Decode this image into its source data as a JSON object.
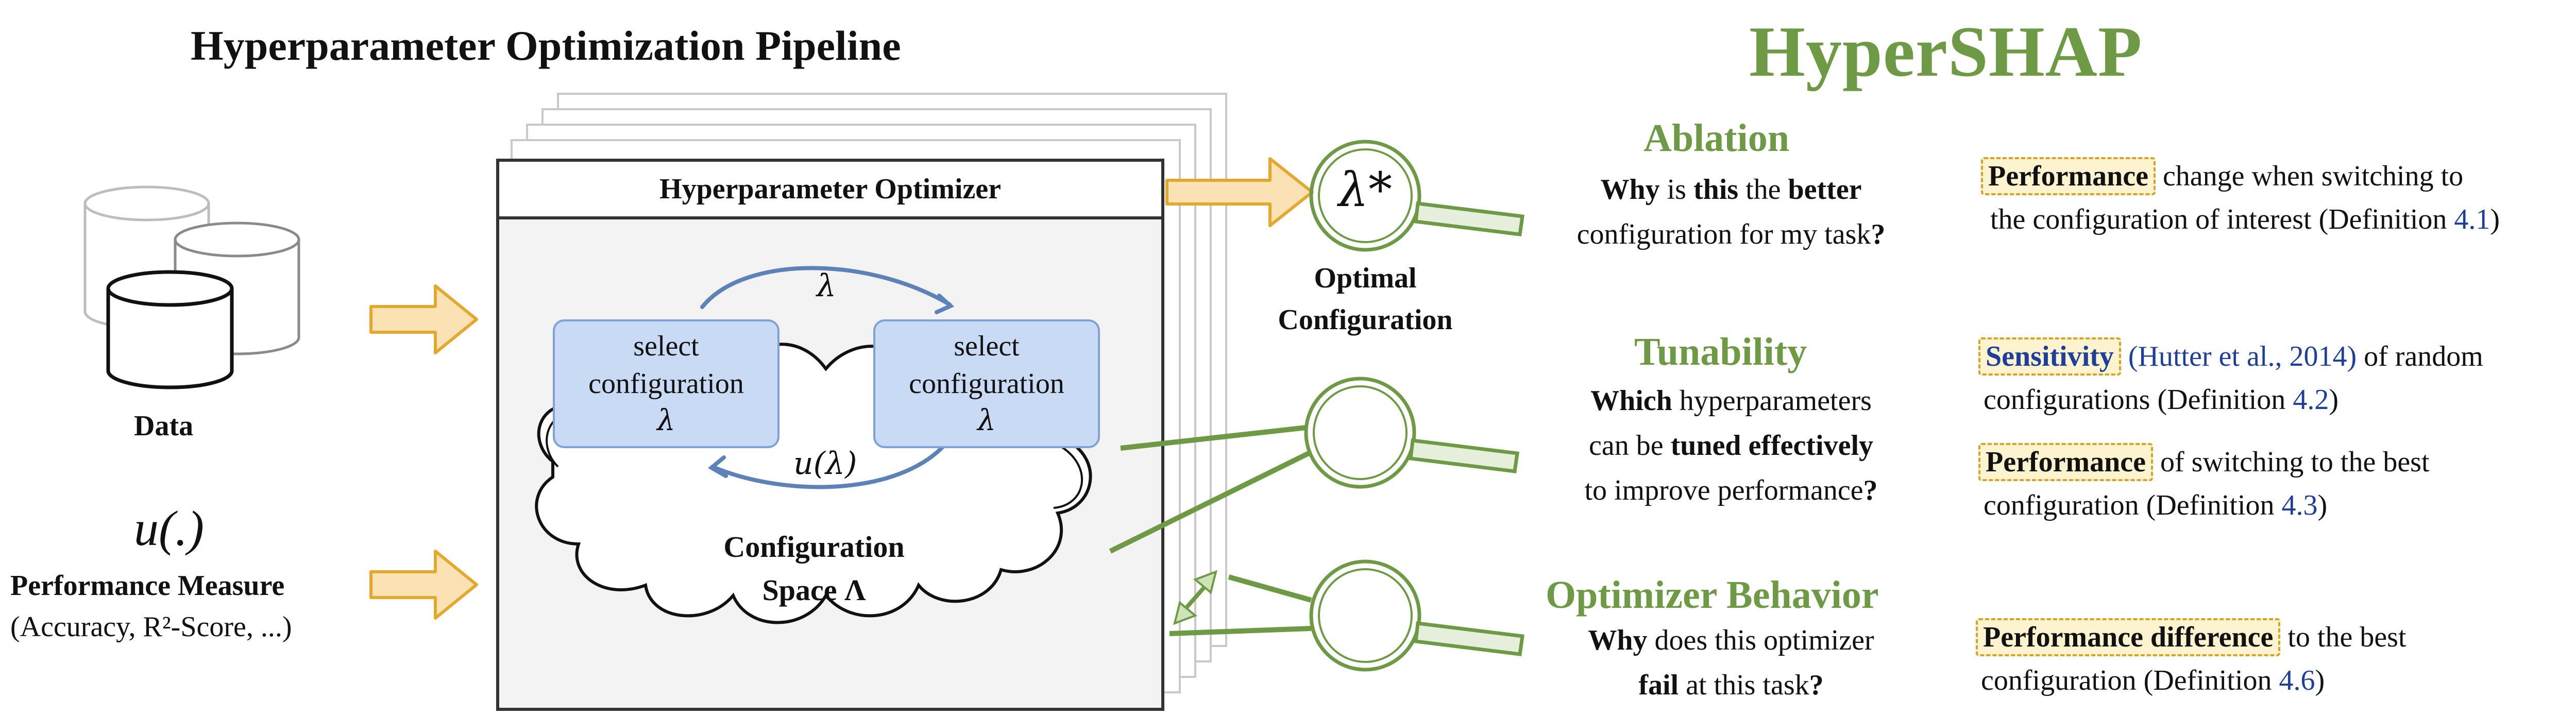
{
  "left_title": "Hyperparameter Optimization Pipeline",
  "right_title": "HyperSHAP",
  "data_label": "Data",
  "perf_func": "u(.)",
  "perf_label": "Performance Measure",
  "perf_sub": "(Accuracy, R²-Score, ...)",
  "optimizer_label": "Hyperparameter Optimizer",
  "select_box_1": [
    "select",
    "configuration",
    "λ"
  ],
  "select_box_2": [
    "select",
    "configuration",
    "λ"
  ],
  "lambda_arc": "λ",
  "u_lambda": "u(λ)",
  "config_space": [
    "Configuration",
    "Space Λ"
  ],
  "opt_config_symbol": "λ*",
  "opt_config_label": [
    "Optimal",
    "Configuration"
  ],
  "ablation": {
    "title": "Ablation",
    "question_l1": [
      "Why",
      " is ",
      "this",
      " the ",
      "better"
    ],
    "question_l2": [
      "configuration for my task",
      "?"
    ],
    "desc_tag": "Performance",
    "desc_l1": " change when switching to",
    "desc_l2": "the configuration of interest (Definition ",
    "desc_ref": "4.1",
    "desc_end": ")"
  },
  "tunability": {
    "title": "Tunability",
    "question_l1": [
      "Which",
      " hyperparameters"
    ],
    "question_l2": [
      "can be ",
      "tuned effectively"
    ],
    "question_l3": [
      "to improve performance",
      "?"
    ],
    "item1_tag": "Sensitivity",
    "item1_cite": "(Hutter et al., 2014)",
    "item1_rest": " of random",
    "item1_l2": "configurations (Definition ",
    "item1_ref": "4.2",
    "item1_end": ")",
    "item2_tag": "Performance",
    "item2_rest": " of switching to the best",
    "item2_l2": "configuration (Definition ",
    "item2_ref": "4.3",
    "item2_end": ")"
  },
  "optimizer_behavior": {
    "title": "Optimizer Behavior",
    "question_l1": [
      "Why",
      " does this optimizer"
    ],
    "question_l2": [
      "fail",
      " at this task",
      "?"
    ],
    "desc_tag": "Performance difference",
    "desc_rest": " to the best",
    "desc_l2": "configuration (Definition ",
    "desc_ref": "4.6",
    "desc_end": ")"
  },
  "colors": {
    "green": "#6e9a45",
    "orange": "#e3a82e",
    "blue_box": "#c9daf5",
    "blue_arrow": "#5d82b8",
    "cite_blue": "#1d3f9a"
  }
}
